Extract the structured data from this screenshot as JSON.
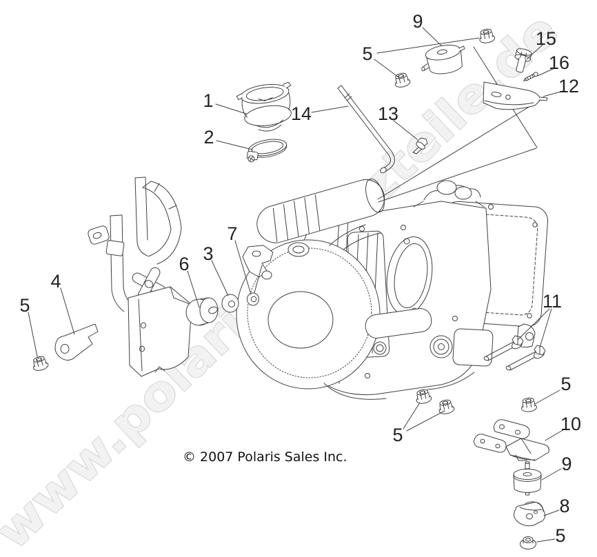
{
  "meta": {
    "copyright": "© 2007 Polaris Sales Inc.",
    "watermark": "www.polarisersatzteile.de"
  },
  "colors": {
    "line": "#3f3f3f",
    "text": "#222222",
    "watermark_fill": "#f2f2f2",
    "watermark_outline": "#d7d7d7",
    "background": "#ffffff"
  },
  "diagram": {
    "type": "exploded-parts-diagram",
    "subject": "ATV engine mounting assembly"
  },
  "callouts": [
    {
      "label": "1",
      "part": "intake-boot"
    },
    {
      "label": "2",
      "part": "hose-clamp"
    },
    {
      "label": "3",
      "part": "washer"
    },
    {
      "label": "4",
      "part": "link-plate"
    },
    {
      "label": "5",
      "part": "flange-nut-left"
    },
    {
      "label": "5",
      "part": "flange-nuts-top"
    },
    {
      "label": "5",
      "part": "flange-nuts-center"
    },
    {
      "label": "5",
      "part": "flange-nut-right"
    },
    {
      "label": "5",
      "part": "flange-bushing-bottom"
    },
    {
      "label": "6",
      "part": "rubber-bushing"
    },
    {
      "label": "7",
      "part": "small-washer"
    },
    {
      "label": "8",
      "part": "mount-guard"
    },
    {
      "label": "9",
      "part": "engine-mount-upper"
    },
    {
      "label": "9",
      "part": "engine-mount-lower"
    },
    {
      "label": "10",
      "part": "mount-bracket-lower"
    },
    {
      "label": "11",
      "part": "mount-bolts"
    },
    {
      "label": "12",
      "part": "mount-bracket-upper"
    },
    {
      "label": "13",
      "part": "bolt"
    },
    {
      "label": "14",
      "part": "breather-tube"
    },
    {
      "label": "15",
      "part": "flange-bolt"
    },
    {
      "label": "16",
      "part": "screw"
    }
  ]
}
